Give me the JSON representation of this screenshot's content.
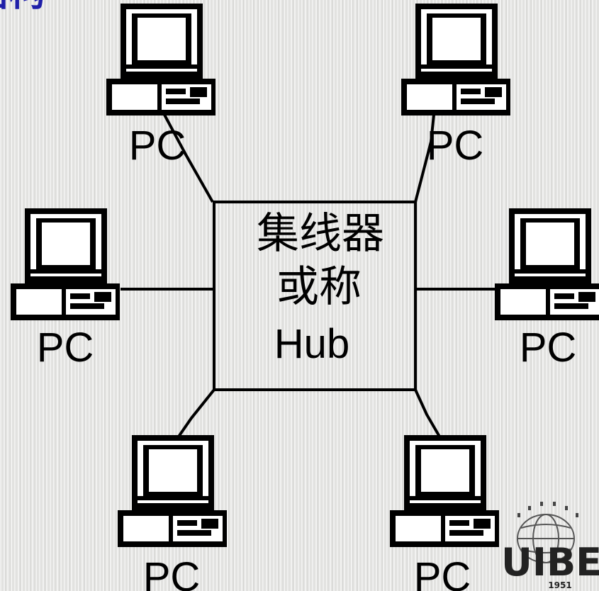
{
  "title_fragment": "结构",
  "hub": {
    "line1": "集线器",
    "line2": "或称",
    "line3": "Hub"
  },
  "nodes": [
    {
      "id": "top-left",
      "label": "PC"
    },
    {
      "id": "top-right",
      "label": "PC"
    },
    {
      "id": "mid-left",
      "label": "PC"
    },
    {
      "id": "mid-right",
      "label": "PC"
    },
    {
      "id": "bottom-left",
      "label": "PC"
    },
    {
      "id": "bottom-right",
      "label": "PC"
    }
  ],
  "logo": {
    "text": "UIBE",
    "year": "1951"
  },
  "colors": {
    "title": "#1f1fa8",
    "lines": "#000000"
  }
}
